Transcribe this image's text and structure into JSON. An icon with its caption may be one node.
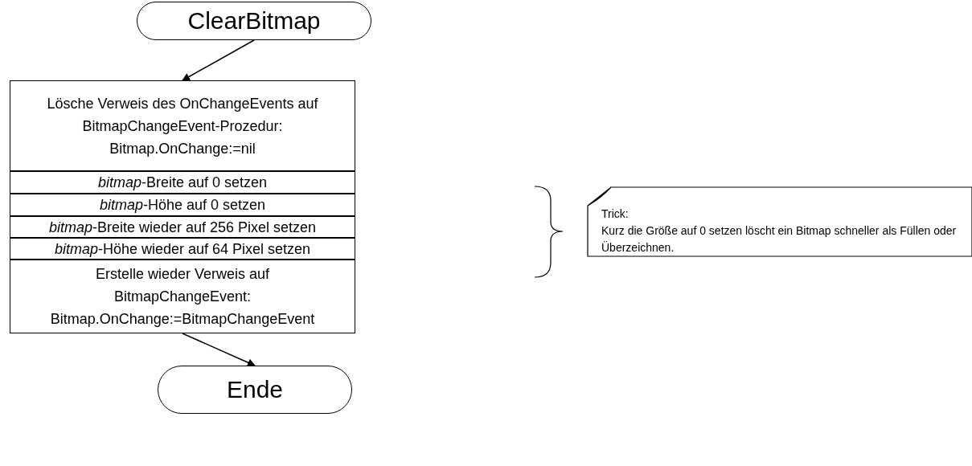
{
  "diagram": {
    "nodes": [
      {
        "text": [
          "ClearBitmap"
        ]
      },
      {
        "text": [
          "Lösche Verweis des OnChangeEvents auf BitmapChangeEvent-Prozedur: Bitmap.OnChange:=nil"
        ]
      },
      {
        "text": [
          "*bitmap*-Breite auf 0 setzen"
        ]
      },
      {
        "text": [
          "*bitmap*-Höhe auf 0 setzen"
        ]
      },
      {
        "text": [
          "*bitmap*-Breite wieder auf 256 Pixel setzen"
        ]
      },
      {
        "text": [
          "*bitmap*-Höhe wieder auf 64 Pixel setzen"
        ]
      },
      {
        "text": [
          "Erstelle wieder Verweis auf BitmapChangeEvent: Bitmap.OnChange:=BitmapChangeEvent"
        ]
      },
      {
        "text": [
          "Ende"
        ]
      },
      {
        "text": [
          "Trick:",
          "Kurz die Größe auf 0 setzen löscht ein Bitmap schneller als Füllen oder Überzeichnen."
        ]
      }
    ],
    "edges": [
      {
        "from": 0,
        "to": 1,
        "arrow": "to"
      },
      {
        "from": 6,
        "to": 7,
        "arrow": "to"
      }
    ]
  }
}
